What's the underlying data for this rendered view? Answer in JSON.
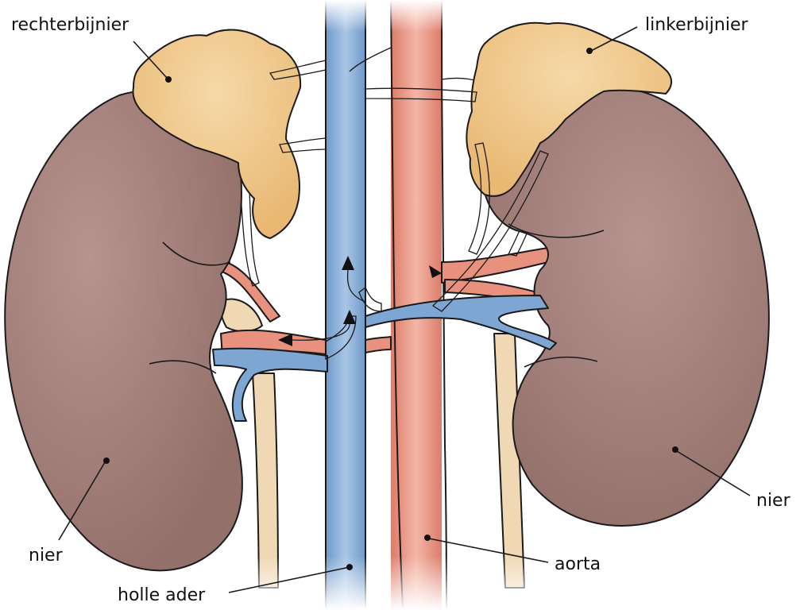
{
  "labels": {
    "right_adrenal": "rechterbijnier",
    "left_adrenal": "linkerbijnier",
    "kidney_left_side": "nier",
    "kidney_right_side": "nier",
    "vena_cava": "holle ader",
    "aorta": "aorta"
  },
  "colors": {
    "kidney": "#9c7470",
    "adrenal": "#efc585",
    "vein": "#7ea6d2",
    "artery": "#e59180",
    "ureter": "#f0d6b0",
    "outline": "#1a1a1a"
  }
}
